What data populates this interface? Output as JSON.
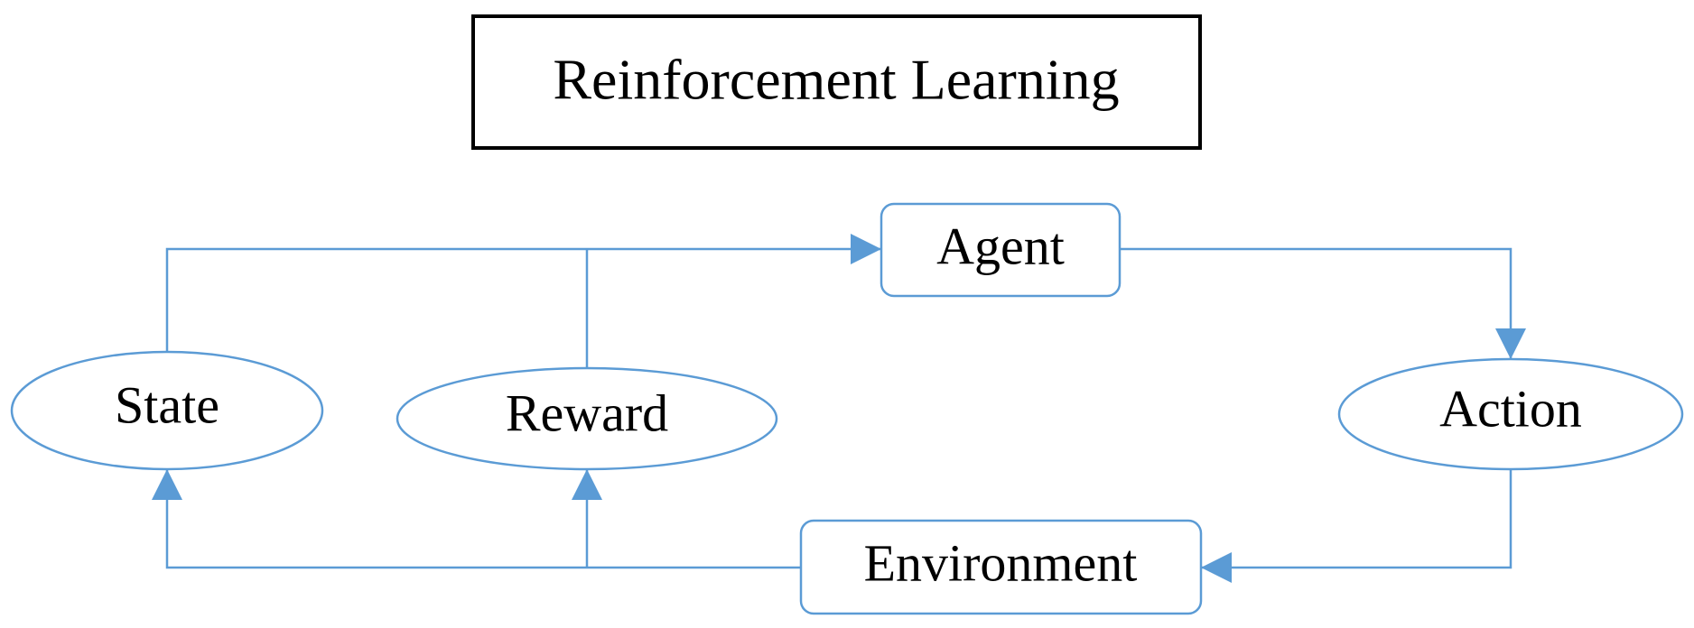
{
  "title": "Reinforcement Learning",
  "nodes": {
    "agent": "Agent",
    "state": "State",
    "reward": "Reward",
    "action": "Action",
    "environment": "Environment"
  },
  "colors": {
    "line": "#5b9bd5",
    "text": "#000000",
    "title_border": "#000000",
    "background": "#ffffff"
  }
}
